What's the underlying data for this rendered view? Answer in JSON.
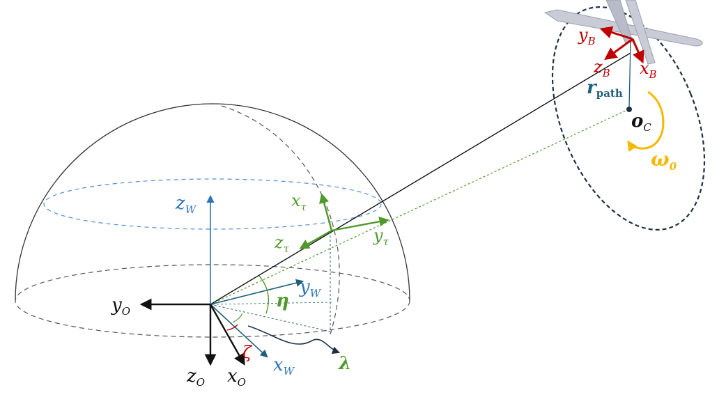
{
  "colors": {
    "black": "#111111",
    "dashgray": "#555555",
    "blue": "#2e75b6",
    "teal": "#1f5f7a",
    "green": "#4e9a2a",
    "red": "#c00000",
    "yellow": "#f5b800",
    "navy": "#1f3045",
    "plane": "#c9ccd6"
  },
  "labels": {
    "z_w": {
      "main": "z",
      "sub": "W"
    },
    "y_w": {
      "main": "y",
      "sub": "W"
    },
    "x_w": {
      "main": "x",
      "sub": "W"
    },
    "y_o": {
      "main": "y",
      "sub": "O"
    },
    "z_o": {
      "main": "z",
      "sub": "O"
    },
    "x_o": {
      "main": "x",
      "sub": "O"
    },
    "x_tau": {
      "main": "x",
      "sub": "τ"
    },
    "y_tau": {
      "main": "y",
      "sub": "τ"
    },
    "z_tau": {
      "main": "z",
      "sub": "τ"
    },
    "y_b": {
      "main": "y",
      "sub": "B"
    },
    "z_b": {
      "main": "z",
      "sub": "B"
    },
    "x_b": {
      "main": "x",
      "sub": "B"
    },
    "r_path": {
      "main": "r",
      "sub": "path"
    },
    "o_c": {
      "main": "o",
      "sub": "C"
    },
    "omega": {
      "main": "ω",
      "sub": "0"
    },
    "eta": "η",
    "zeta": "ζ",
    "lambda": "λ"
  }
}
